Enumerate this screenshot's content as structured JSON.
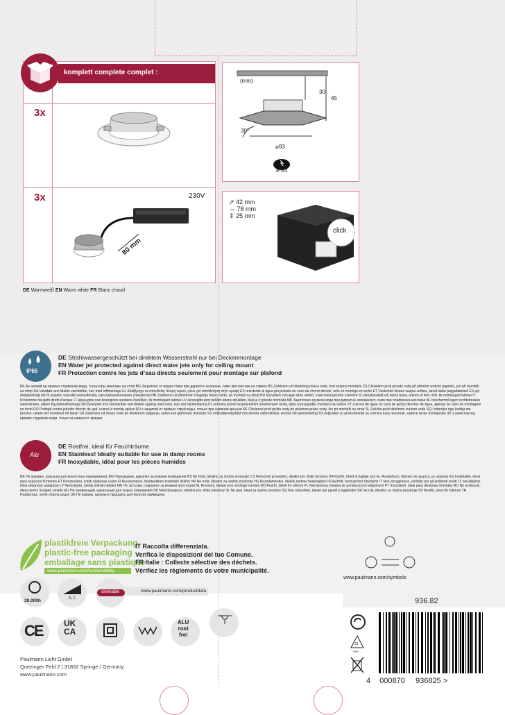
{
  "colors": {
    "accent": "#9c1c3b",
    "pink_line": "#d98aa0",
    "panel_bg": "#eeeded",
    "green": "#8cc04b",
    "blue": "#3d6f8e"
  },
  "contents": {
    "header": "komplett complete complet :",
    "qty1": "3x",
    "qty2": "3x",
    "voltage": "230V",
    "cable_length": "80 mm",
    "color_temp": {
      "de_code": "DE",
      "de": "Warmweiß",
      "en_code": "EN",
      "en": "Warm white",
      "fr_code": "FR",
      "fr": "Blanc chaud"
    }
  },
  "dimensions": {
    "unit": "(mm)",
    "h1": "30",
    "h2": "45",
    "angle": "30°",
    "diameter": "⌀93",
    "cutout": "⌀ 83"
  },
  "driver": {
    "l1": "42 mm",
    "l2": "78 mm",
    "l3": "25 mm",
    "click": "click"
  },
  "ip": {
    "badge": "IP65",
    "de_code": "DE",
    "de": "Strahlwassergeschützt bei direktem Wasserstrahl nur bei Deckenmontage",
    "en_code": "EN",
    "en": "Water jet protected against direct water jets  only for ceiling mount",
    "fr_code": "FR",
    "fr": "Protection contre les jets d’eau directs seulement pour montage sur plafond",
    "multilang": "BE Аз аховай ад прамых струменяў вады, толькі пры мантажы на столі BG Защитено от водни струи при директно излагане, само при монтаж на тавана BS Zaštićeno od direktnog mlaza vode, kod stropne montaže CS Chráněno proti proudu vody při přímém vodním paprsku, jen při montáži na strop DA Vandtæt ved direkte vandstråle, kun med loftmontage EL Αδιάβροχο σε απευθείας δέσμη νερού, μόνο για τοποθέτηση στην οροφή ES resistente al agua proyectada en caso de chorro directo, sólo en montaje en techo ET Veekindel otsese veejoa suhtes, ainult lakke paigaldamisel ES ojit dreijtpreifreijt mit fit suojattu suoralta vesisuihkulta, vain kattoasennuksen yhteydessä HR Zaštićeno od direktnom izlaganju mlazu vode, pri montaži na strop HU közvetlen vízsugár ellen védett, csak mennyezetre szerelve IS vatnsbunaþitt við beina bunu, aðeins ef fest í loft, tik montuojant lubose IT Protezione dai getti diretti d'acqua LT apsaugota nuo tiesioginės vandens čiurkšlės, tik montuojant lubose LV aizsargāts pret tiešām ūdens strūklām, tikai ja ir griestu montāža MK Заштитено од млаз вода при директна изложеност, само при плафонска монтажа NL beschermd tegen rechtstreekse waterstralen, alleen bij plafondmontage NO beskyttet mot vannstråler ved direkte spyling med vann, kun ved takmontering PL ochrona przed bezpośrednim strumieniem wody, tylko w przypadku montażu na suficie PT à prova de água no caso de jactos directos de água, apenas no caso de montagem no tecto RO Protejat contra jeturilor directe de apă, numai la montaj aplicat RU с защитой от прямых струй воды, только при наличии крышки SK Chránené proti prúdu vody pri priamom prúdu vody, len pri montáži na strop SL Zaščita pred direktnim curkom vode SQ I mbrojtur nga kedhja me presion, vetëm për montimet në tavan SR Zaštićeno od mlaza vode pri direktnom izlaganju, samo kod plafonske montaže SV strålvattenskyddat mot direkta vattenstrålar, endast vid takmontering TR doğrudan su püskürtmede su sızmına karşı korumalı, sadece tavan montajında UK з захистом від прямих струменів води, тільки за наявності кришки"
  },
  "alu": {
    "badge": "Alu",
    "de_code": "DE",
    "de": "Rostfrei, ideal für Feuchträume",
    "en_code": "EN",
    "en": "Stainless! Ideally suitable for use in damp rooms",
    "fr_code": "FR",
    "fr": "Inoxydable, idéal pour les pièces humides",
    "multilang": "BE Не іржавее, ідэальна для вільготных памяшканняў BG Неръждаем, идеален за влажни помещения BS Ne hrđa, idealno za vlažne prostorije CS Nerezové provedení, ideální pro vlhké prostory DA Rustfri, Ideel til fugtige rum EL Ανοξείδωτο, ιδανικό για χώρους με υγρασία ES Inoxidable, ideal para espacios húmedos ET Roostevaba, sobib niiskesse ruumi FI Ruostumaton, ihanteellinen kosteisiin tiloihin HR Ne hrđa, idealno za vlažne prostorije HU Rozsdamentes, ideális nedves helyiségben IS Ryðfrítt, hentugt fyrir blautrými IT Non arrugginisce, perfetto per gli ambienti umidi LT nerūdijantis, tinka drėgnose patalpose LV Nerūsējošs, ideāls mitrām telpām MK Не ʼрѓосува, совршено за влажни простории NL Roestvrij, ideaal voor vochtige ruimtes NO Rustfri, ideell for våtrom PL Nierdzewna, idealna do pomieszczeń wilgotnych PT Inoxidável, ideal para divisórias húmidas RO Nu oxidează, ideal pentru încăperi umede RU Не ржавеющий, идеальный для сырых помещений SK Nehrdzavejúce, ideálne pre vlhké priestory SL Ne rjavi, ideal za vlažne prostore SQ Nuk ndryshket, ideale për pjesët e lagështirë SR Ne rđa, idealno za vlažne prostorije SV Rostfri, ideal för fuktrum TR Paslanmaz, nemli ortama uygun UK Не іржавіє, ідеально підходить для вологих приміщень"
  },
  "plastic": {
    "line1": "plastikfreie Verpackung",
    "line2": "plastic-free packaging",
    "line3": "emballage sans plastique",
    "url": "www.paulmann.com/sustainability"
  },
  "recycle": {
    "it_code": "IT",
    "it": "Raccolta differenziata.",
    "it2": "Verifica le disposizioni del tuo Comune.",
    "fr_code": "FR",
    "fr": "Italie : Collecte sélective des déchets.",
    "fr2": "Vérifiez les règlements de votre municipalité."
  },
  "symbols_url": "www.paulmann.com/symbols",
  "icons": {
    "life": "30.000h",
    "ra": "R, C",
    "dimmable": "dimmable",
    "productdata": "www.paulmann.com/productdata",
    "alu_rostfrei_1": "ALU",
    "alu_rostfrei_2": "rost",
    "alu_rostfrei_3": "frei",
    "ce": "CE",
    "ukca_1": "UK",
    "ukca_2": "CA",
    "pp": "PP",
    "triangle_num": "21",
    "pap": "PAP"
  },
  "article_number": "936.82",
  "barcode": {
    "lead": "4",
    "g1": "000870",
    "g2": "936825",
    "tail": ">"
  },
  "company": {
    "name": "Paulmann Licht GmbH",
    "address": "Quezinger Feld 2 | 31832 Springe / Germany",
    "web": "www.paulmann.com"
  }
}
